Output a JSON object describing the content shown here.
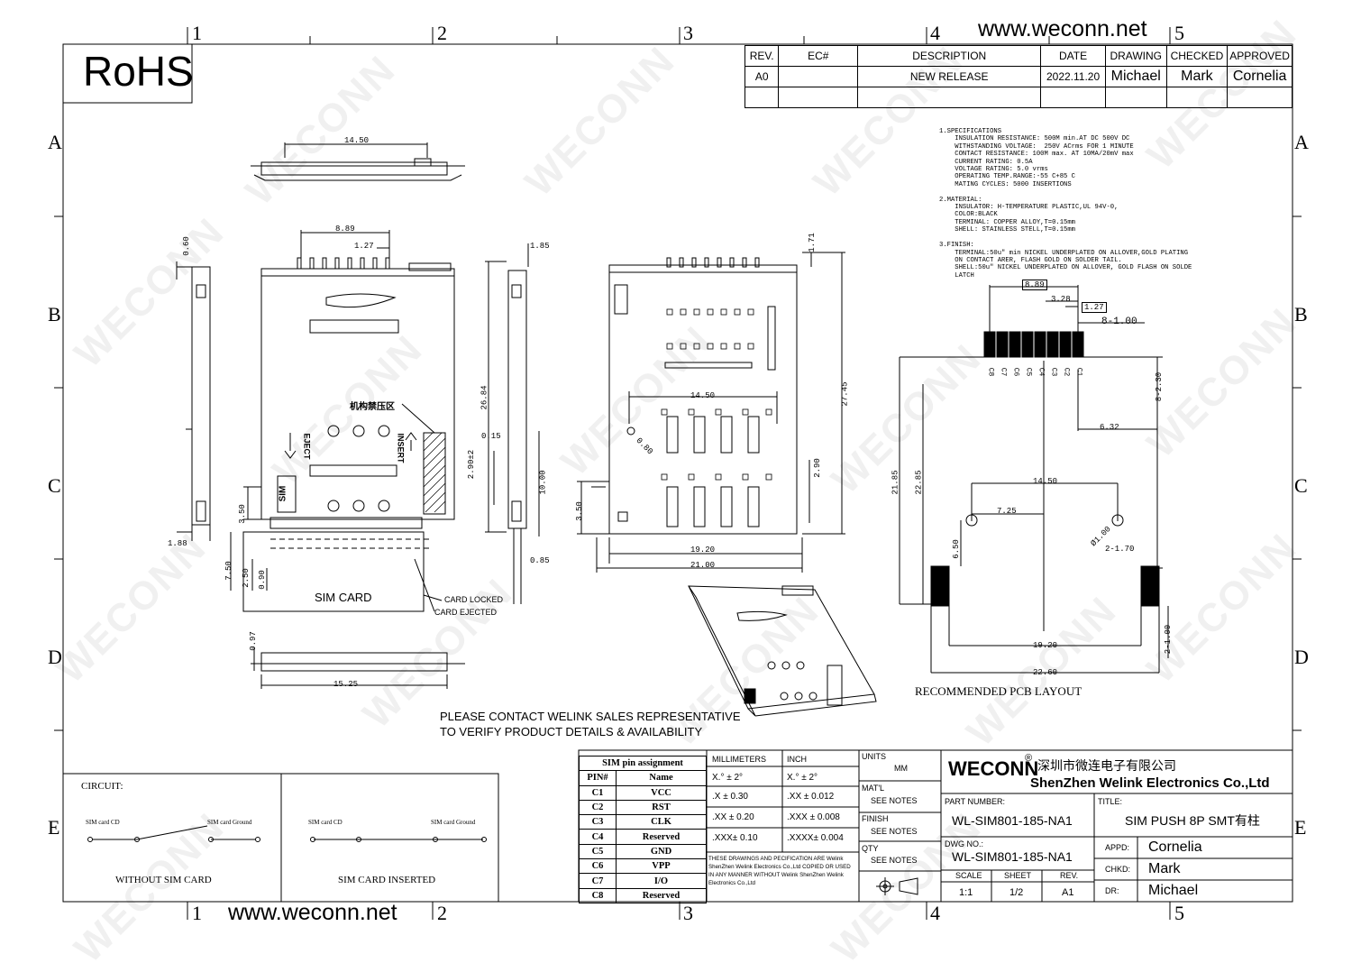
{
  "website_top": "www.weconn.net",
  "website_bottom": "www.weconn.net",
  "rohs": "RoHS",
  "watermark": "WECONN",
  "grid": {
    "cols": [
      "1",
      "2",
      "3",
      "4",
      "5"
    ],
    "rows": [
      "A",
      "B",
      "C",
      "D",
      "E"
    ]
  },
  "revision_table": {
    "headers": [
      "REV.",
      "EC#",
      "DESCRIPTION",
      "DATE",
      "DRAWING",
      "CHECKED",
      "APPROVED"
    ],
    "row": [
      "A0",
      "",
      "NEW RELEASE",
      "2022.11.20",
      "Michael",
      "Mark",
      "Cornelia"
    ]
  },
  "specifications": "1.SPECIFICATIONS\n    INSULATION RESISTANCE: 500M min.AT DC 500V DC\n    WITHSTANDING VOLTAGE:  250V ACrms FOR 1 MINUTE\n    CONTACT RESISTANCE: 100M max. AT 10MA/20mV max\n    CURRENT RATING: 0.5A\n    VOLTAGE RATING: 5.0 vrms\n    OPERATING TEMP.RANGE:-55 C+85 C\n    MATING CYCLES: 5000 INSERTIONS\n\n2.MATERIAL:\n    INSULATOR: H-TEMPERATURE PLASTIC,UL 94V-0,\n    COLOR:BLACK\n    TERMINAL: COPPER ALLOY,T=0.15mm\n    SHELL: STAINLESS STELL,T=0.15mm\n\n3.FINISH:\n    TERMINAL:50u\" min NICKEL UNDERPLATED ON ALLOVER,GOLD PLATING\n    ON CONTACT ARER, FLASH GOLD ON SOLDER TAIL.\n    SHELL:50u\" NICKEL UNDERPLATED ON ALLOVER, GOLD FLASH ON SOLDE\n    LATCH",
  "dimensions": {
    "top_width": "14.50",
    "pitch_span": "8.89",
    "pitch": "1.27",
    "side_thk": "0.60",
    "side_top": "1.85",
    "side_len": "26.84",
    "side_off": "0.15",
    "side_mid": "2.90±2",
    "side_pin": "10.00",
    "side_bot": "0.85",
    "left_w": "1.88",
    "body_350": "3.50",
    "card_750": "7.50",
    "card_250": "2.50",
    "card_090": "0.90",
    "bot_h": "0.97",
    "bot_w": "15.25",
    "rv_h": "1.71",
    "rv_len": "27.45",
    "rv_w": "14.50",
    "rv_hole": "0.80",
    "rv_350": "3.50",
    "rv_290": "2.90",
    "rv_1920": "19.20",
    "rv_2100": "21.00"
  },
  "view_labels": {
    "sim_card": "SIM CARD",
    "card_locked": "CARD LOCKED",
    "card_ejected": "CARD EJECTED",
    "chinese_note": "机构禁压区",
    "eject": "EJECT",
    "insert": "INSERT",
    "sim_logo": "SIM"
  },
  "pcb_layout": {
    "title": "RECOMMENDED PCB LAYOUT",
    "pin_labels": [
      "C8",
      "C7",
      "C6",
      "C5",
      "C4",
      "C3",
      "C2",
      "C1"
    ],
    "dims": {
      "span": "8.89",
      "d328": "3.28",
      "pitch": "1.27",
      "pads": "8-1.00",
      "pad_len": "8-2.30",
      "d632": "6.32",
      "d2185": "21.85",
      "d2285": "22.85",
      "d1450": "14.50",
      "d725": "7.25",
      "d650": "6.50",
      "hole": "Ø1.00",
      "d170": "2-1.70",
      "d1920": "19.20",
      "d100": "2-1.00",
      "d2260": "22.60"
    }
  },
  "notice": [
    "PLEASE CONTACT WELINK SALES REPRESENTATIVE",
    "TO VERIFY PRODUCT DETAILS & AVAILABILITY"
  ],
  "circuit": {
    "title": "CIRCUIT:",
    "left": {
      "cd": "SIM card CD",
      "gnd": "SIM card Ground",
      "caption": "WITHOUT SIM CARD"
    },
    "right": {
      "cd": "SIM card CD",
      "gnd": "SIM card Ground",
      "caption": "SIM CARD INSERTED"
    }
  },
  "pin_table": {
    "title": "SIM pin assignment",
    "headers": [
      "PIN#",
      "Name"
    ],
    "rows": [
      [
        "C1",
        "VCC"
      ],
      [
        "C2",
        "RST"
      ],
      [
        "C3",
        "CLK"
      ],
      [
        "C4",
        "Reserved"
      ],
      [
        "C5",
        "GND"
      ],
      [
        "C6",
        "VPP"
      ],
      [
        "C7",
        "I/O"
      ],
      [
        "C8",
        "Reserved"
      ]
    ]
  },
  "tolerances": {
    "mm_header": "MILLIMETERS",
    "inch_header": "INCH",
    "mm": [
      "X.° ± 2°",
      ".X ± 0.30",
      ".XX ± 0.20",
      ".XXX± 0.10"
    ],
    "inch": [
      "X.° ± 2°",
      ".XX ± 0.012",
      ".XXX ± 0.008",
      ".XXXX± 0.004"
    ],
    "disclaimer": "THESE DRAWINGS AND PECIFICATION ARE Welink ShenZhen Welink Electronics Co.,Ltd  COPIED OR USED IN ANY MANNER WITHOUT Welink ShenZhen Welink Electronics Co.,Ltd"
  },
  "title_block": {
    "units_label": "UNITS",
    "units": "MM",
    "matl_label": "MAT'L",
    "matl": "SEE NOTES",
    "finish_label": "FINISH",
    "finish": "SEE NOTES",
    "qty_label": "QTY",
    "qty": "SEE NOTES",
    "brand": "WECONN",
    "reg": "®",
    "company_cn": "深圳市微连电子有限公司",
    "company_en": "ShenZhen Welink Electronics Co.,Ltd",
    "part_label": "PART NUMBER:",
    "part": "WL-SIM801-185-NA1",
    "title_label": "TITLE:",
    "title": "SIM PUSH 8P SMT有柱",
    "dwg_label": "DWG NO.:",
    "dwg": "WL-SIM801-185-NA1",
    "scale_label": "SCALE",
    "scale": "1:1",
    "sheet_label": "SHEET",
    "sheet": "1/2",
    "rev_label": "REV.",
    "rev": "A1",
    "appd_label": "APPD:",
    "appd": "Cornelia",
    "chkd_label": "CHKD:",
    "chkd": "Mark",
    "dr_label": "DR:",
    "dr": "Michael"
  }
}
